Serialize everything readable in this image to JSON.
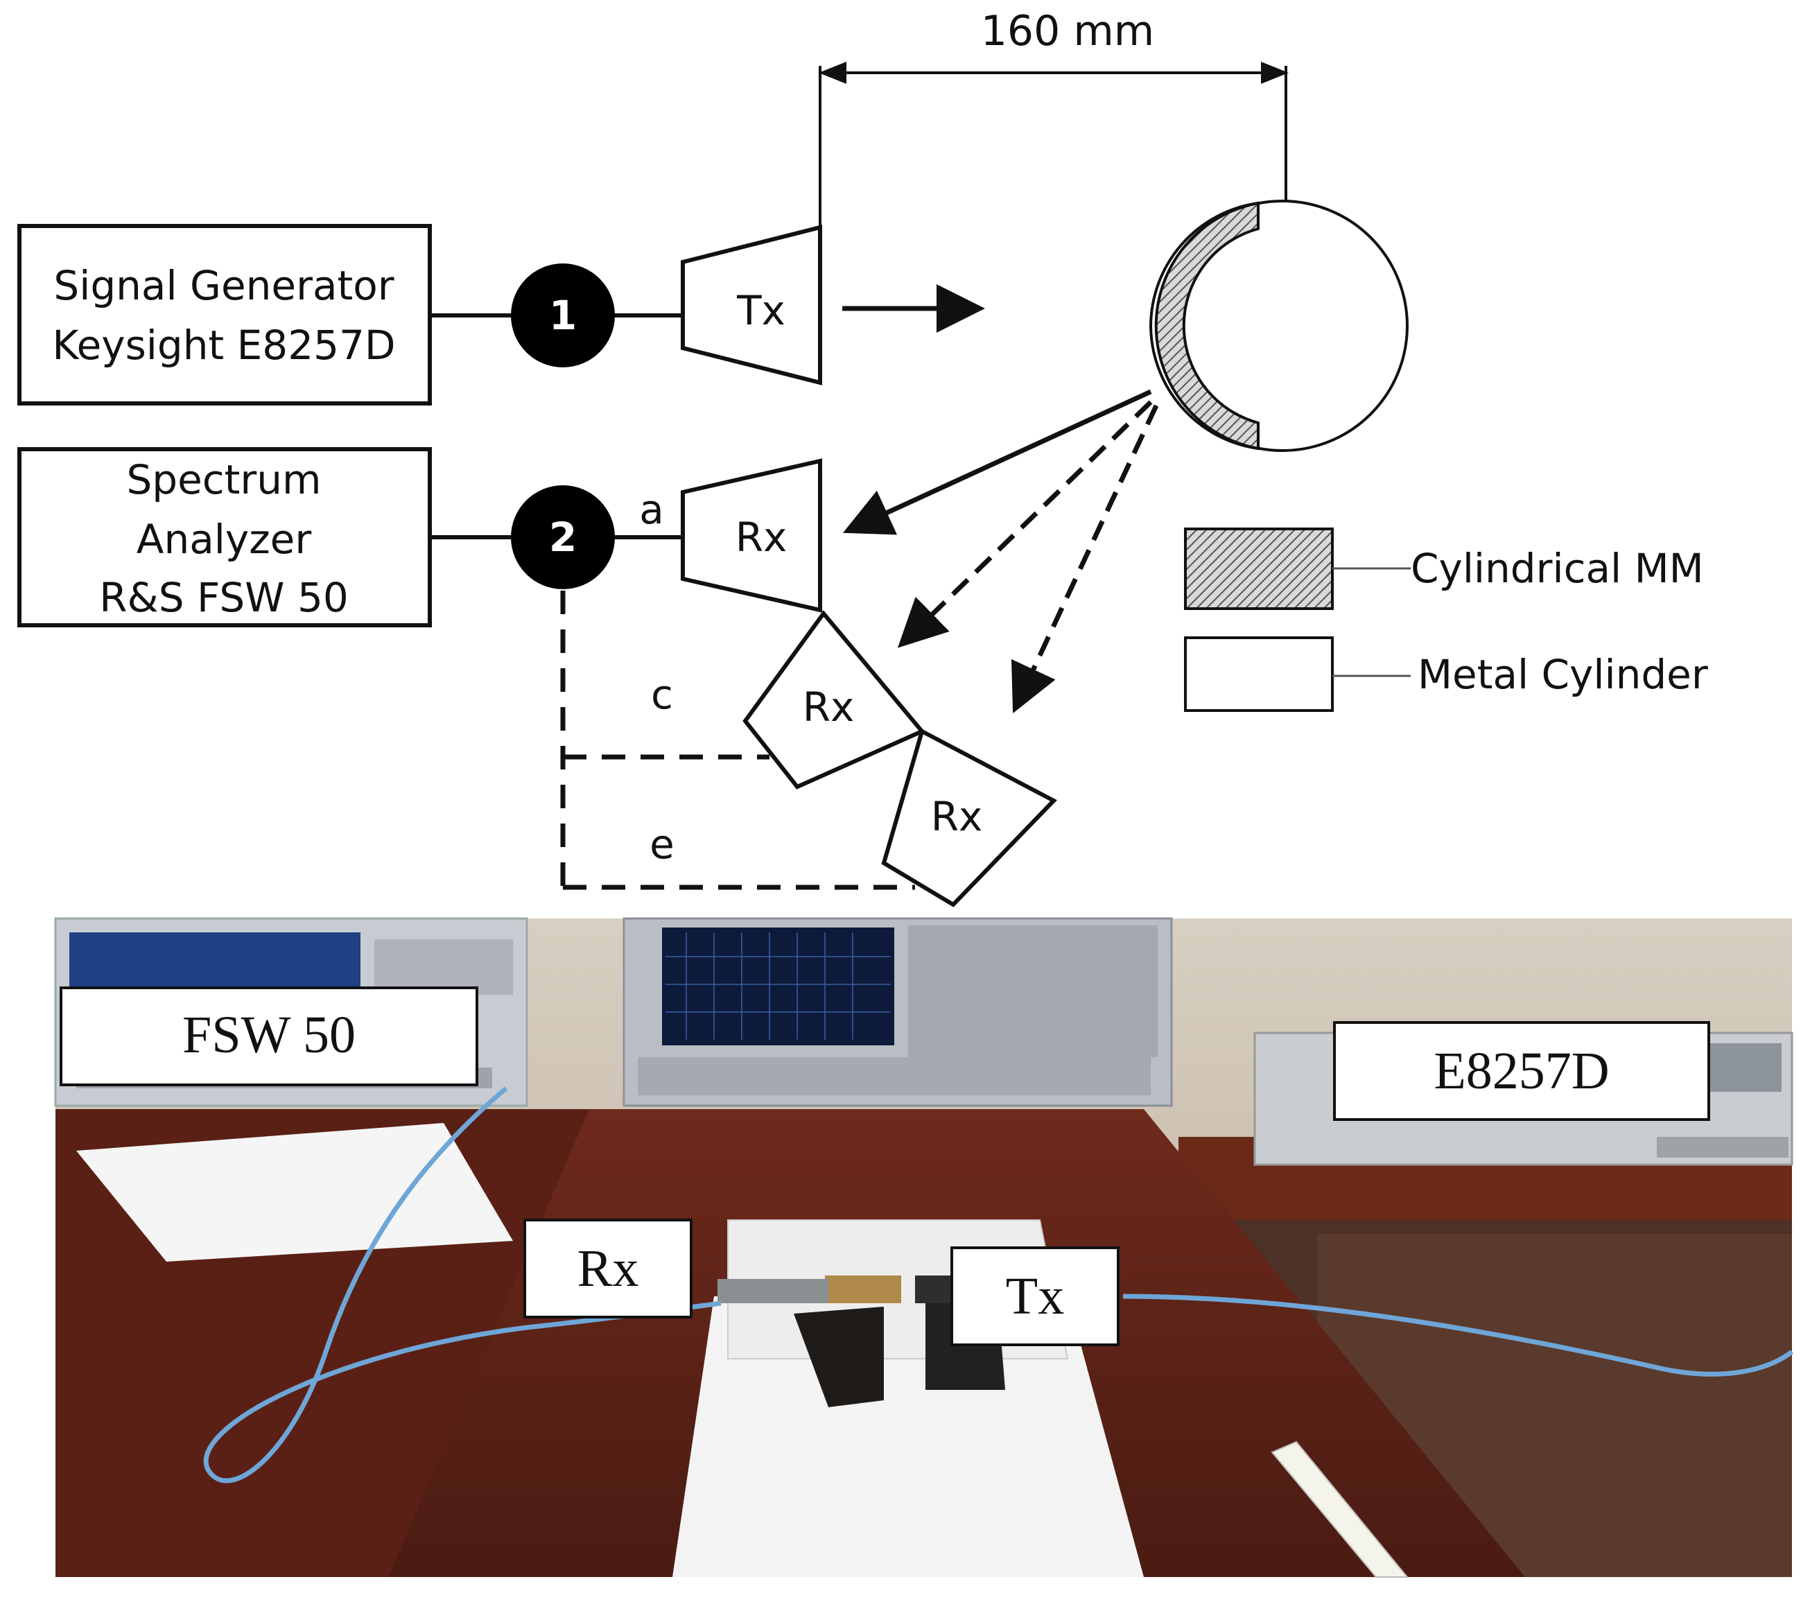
{
  "diagram": {
    "dimension_label": "160 mm",
    "signal_generator": {
      "line1": "Signal Generator",
      "line2": "Keysight E8257D"
    },
    "spectrum_analyzer": {
      "line1": "Spectrum",
      "line2": "Analyzer",
      "line3": "R&S FSW 50"
    },
    "node1": "1",
    "node2": "2",
    "tx_label": "Tx",
    "rx_a_label": "Rx",
    "rx_c_label": "Rx",
    "rx_e_label": "Rx",
    "pos_a": "a",
    "pos_c": "c",
    "pos_e": "e",
    "legend": {
      "mm_label": "Cylindrical MM",
      "metal_label": "Metal Cylinder"
    }
  },
  "photo": {
    "fsw_label": "FSW 50",
    "e8257d_label": "E8257D",
    "rx_label": "Rx",
    "tx_label": "Tx"
  }
}
